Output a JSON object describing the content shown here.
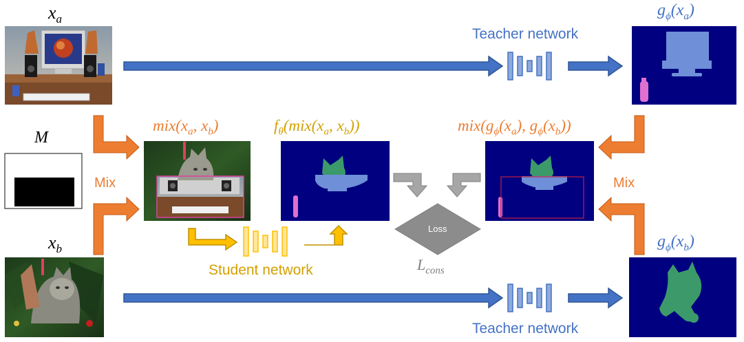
{
  "labels": {
    "xa": "x_a",
    "xb": "x_b",
    "mask": "M",
    "mix_inputs": "mix(x_a, x_b)",
    "student_pred": "f_θ(mix(x_a, x_b))",
    "mix_teacher": "mix(g_ϕ(x_a), g_ϕ(x_b))",
    "teacher_a_out": "g_ϕ(x_a)",
    "teacher_b_out": "g_ϕ(x_b)",
    "teacher_network_top": "Teacher network",
    "teacher_network_bottom": "Teacher network",
    "student_network": "Student network",
    "mix_left": "Mix",
    "mix_right": "Mix",
    "loss": "Loss",
    "l_cons": "L_cons"
  },
  "colors": {
    "teacher": "#4472c4",
    "mix": "#ed7d31",
    "student": "#ffc000",
    "loss": "#a6a6a6",
    "seg_background": "#000080",
    "seg_monitor": "#6f8fd8",
    "seg_cat": "#3c9a6a",
    "seg_bottle": "#e070d0"
  },
  "images": {
    "xa": "photo-desk-computer",
    "xb": "photo-cat-christmas-tree",
    "mixed": "photo-mixed-cat-desk"
  }
}
